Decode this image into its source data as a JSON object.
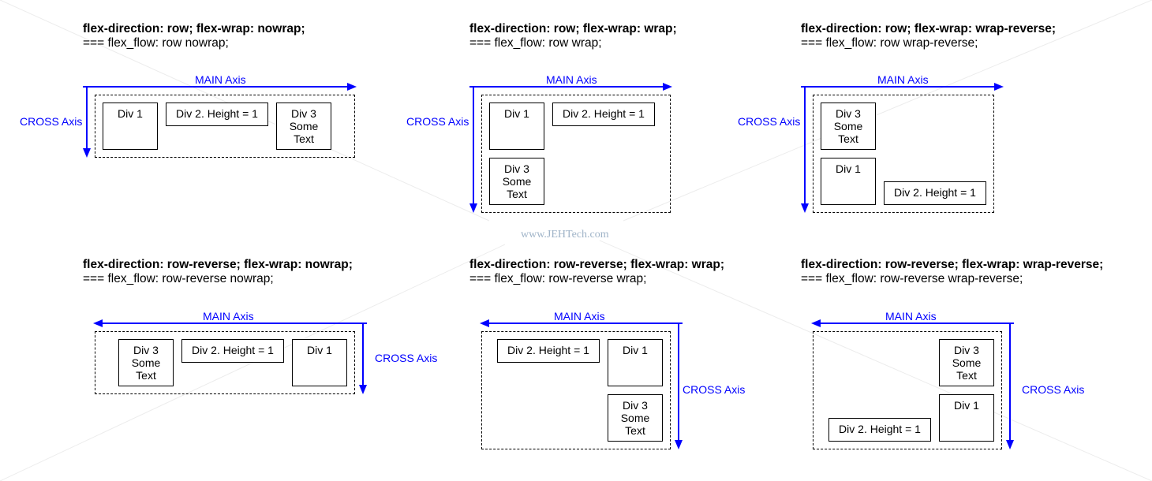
{
  "watermark": "www.JEHTech.com",
  "colors": {
    "axis": "#0000ff",
    "text": "#000000",
    "watermark": "#a0b4c8"
  },
  "labels": {
    "main_axis": "MAIN Axis",
    "cross_axis": "CROSS Axis"
  },
  "boxes": {
    "div1": [
      "Div 1"
    ],
    "div2": [
      "Div 2. Height = 1"
    ],
    "div3": [
      "Div 3",
      "Some",
      "Text"
    ]
  },
  "diagrams": [
    {
      "title_bold": "flex-direction: row; flex-wrap: nowrap;",
      "title_plain": "=== flex_flow: row nowrap;"
    },
    {
      "title_bold": "flex-direction: row; flex-wrap: wrap;",
      "title_plain": "=== flex_flow: row wrap;"
    },
    {
      "title_bold": "flex-direction: row; flex-wrap: wrap-reverse;",
      "title_plain": "=== flex_flow: row wrap-reverse;"
    },
    {
      "title_bold": "flex-direction: row-reverse; flex-wrap: nowrap;",
      "title_plain": "=== flex_flow: row-reverse nowrap;"
    },
    {
      "title_bold": "flex-direction: row-reverse; flex-wrap: wrap;",
      "title_plain": "=== flex_flow: row-reverse wrap;"
    },
    {
      "title_bold": "flex-direction: row-reverse; flex-wrap: wrap-reverse;",
      "title_plain": "=== flex_flow: row-reverse wrap-reverse;"
    }
  ]
}
